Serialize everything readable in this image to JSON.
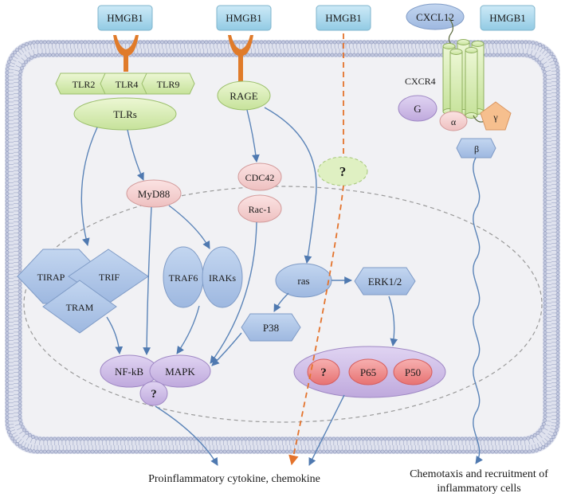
{
  "ligands": {
    "hmgb1_a": "HMGB1",
    "hmgb1_b": "HMGB1",
    "hmgb1_c": "HMGB1",
    "cxcl12": "CXCL12",
    "hmgb1_d": "HMGB1"
  },
  "receptors": {
    "tlr2": "TLR2",
    "tlr4": "TLR4",
    "tlr9": "TLR9",
    "tlrs": "TLRs",
    "rage": "RAGE",
    "cxcr4": "CXCR4",
    "g": "G",
    "alpha": "α",
    "gamma": "γ",
    "beta": "β"
  },
  "nodes": {
    "myd88": "MyD88",
    "cdc42": "CDC42",
    "rac1": "Rac-1",
    "unknown_top": "?",
    "tirap": "TIRAP",
    "trif": "TRIF",
    "tram": "TRAM",
    "traf6": "TRAF6",
    "iraks": "IRAKs",
    "ras": "ras",
    "erk": "ERK1/2",
    "p38": "P38",
    "nfkb": "NF-kB",
    "mapk": "MAPK",
    "unknown_mid": "?",
    "unknown_right": "?",
    "p65": "P65",
    "p50": "P50"
  },
  "outcomes": {
    "cytokine": "Proinflammatory cytokine, chemokine",
    "chemotaxis_line1": "Chemotaxis and recruitment of",
    "chemotaxis_line2": "inflammatory cells"
  },
  "colors": {
    "ligand_fill": "#a9d8ec",
    "receptor_green": "#d8ecb0",
    "pink_node": "#f3d0d0",
    "blue_node": "#aec4e6",
    "purple_node": "#cfbde6",
    "red_node": "#f28c8c",
    "orange_dash": "#e4732c",
    "arrow_blue": "#5b84b8",
    "membrane": "#b7bfd8"
  }
}
